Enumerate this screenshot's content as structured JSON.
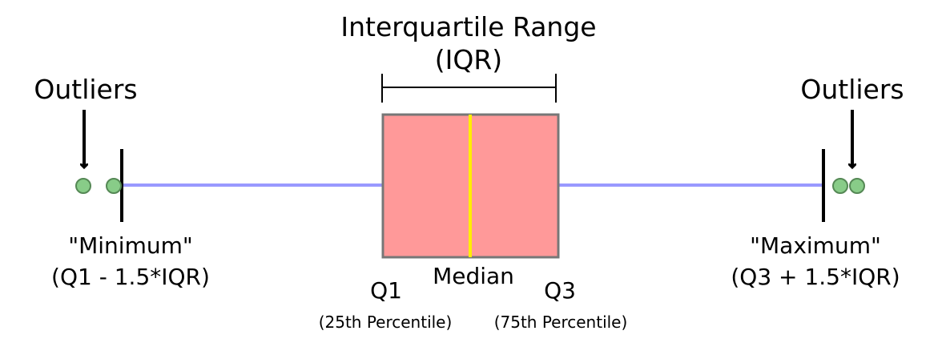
{
  "title": {
    "line1": "Interquartile Range",
    "line2": "(IQR)"
  },
  "labels": {
    "outliers_left": "Outliers",
    "outliers_right": "Outliers",
    "minimum": "\"Minimum\"",
    "minimum_formula": "(Q1 - 1.5*IQR)",
    "maximum": "\"Maximum\"",
    "maximum_formula": "(Q3 + 1.5*IQR)",
    "q1": "Q1",
    "q1_sub": "(25th Percentile)",
    "median": "Median",
    "q3": "Q3",
    "q3_sub": "(75th Percentile)"
  },
  "colors": {
    "box_fill": "#ff9999",
    "box_stroke": "#777777",
    "median_line": "#ffee00",
    "whisker_line": "#9999ff",
    "outlier_fill": "#88cc88",
    "outlier_stroke": "#558855",
    "ink": "#000000"
  }
}
